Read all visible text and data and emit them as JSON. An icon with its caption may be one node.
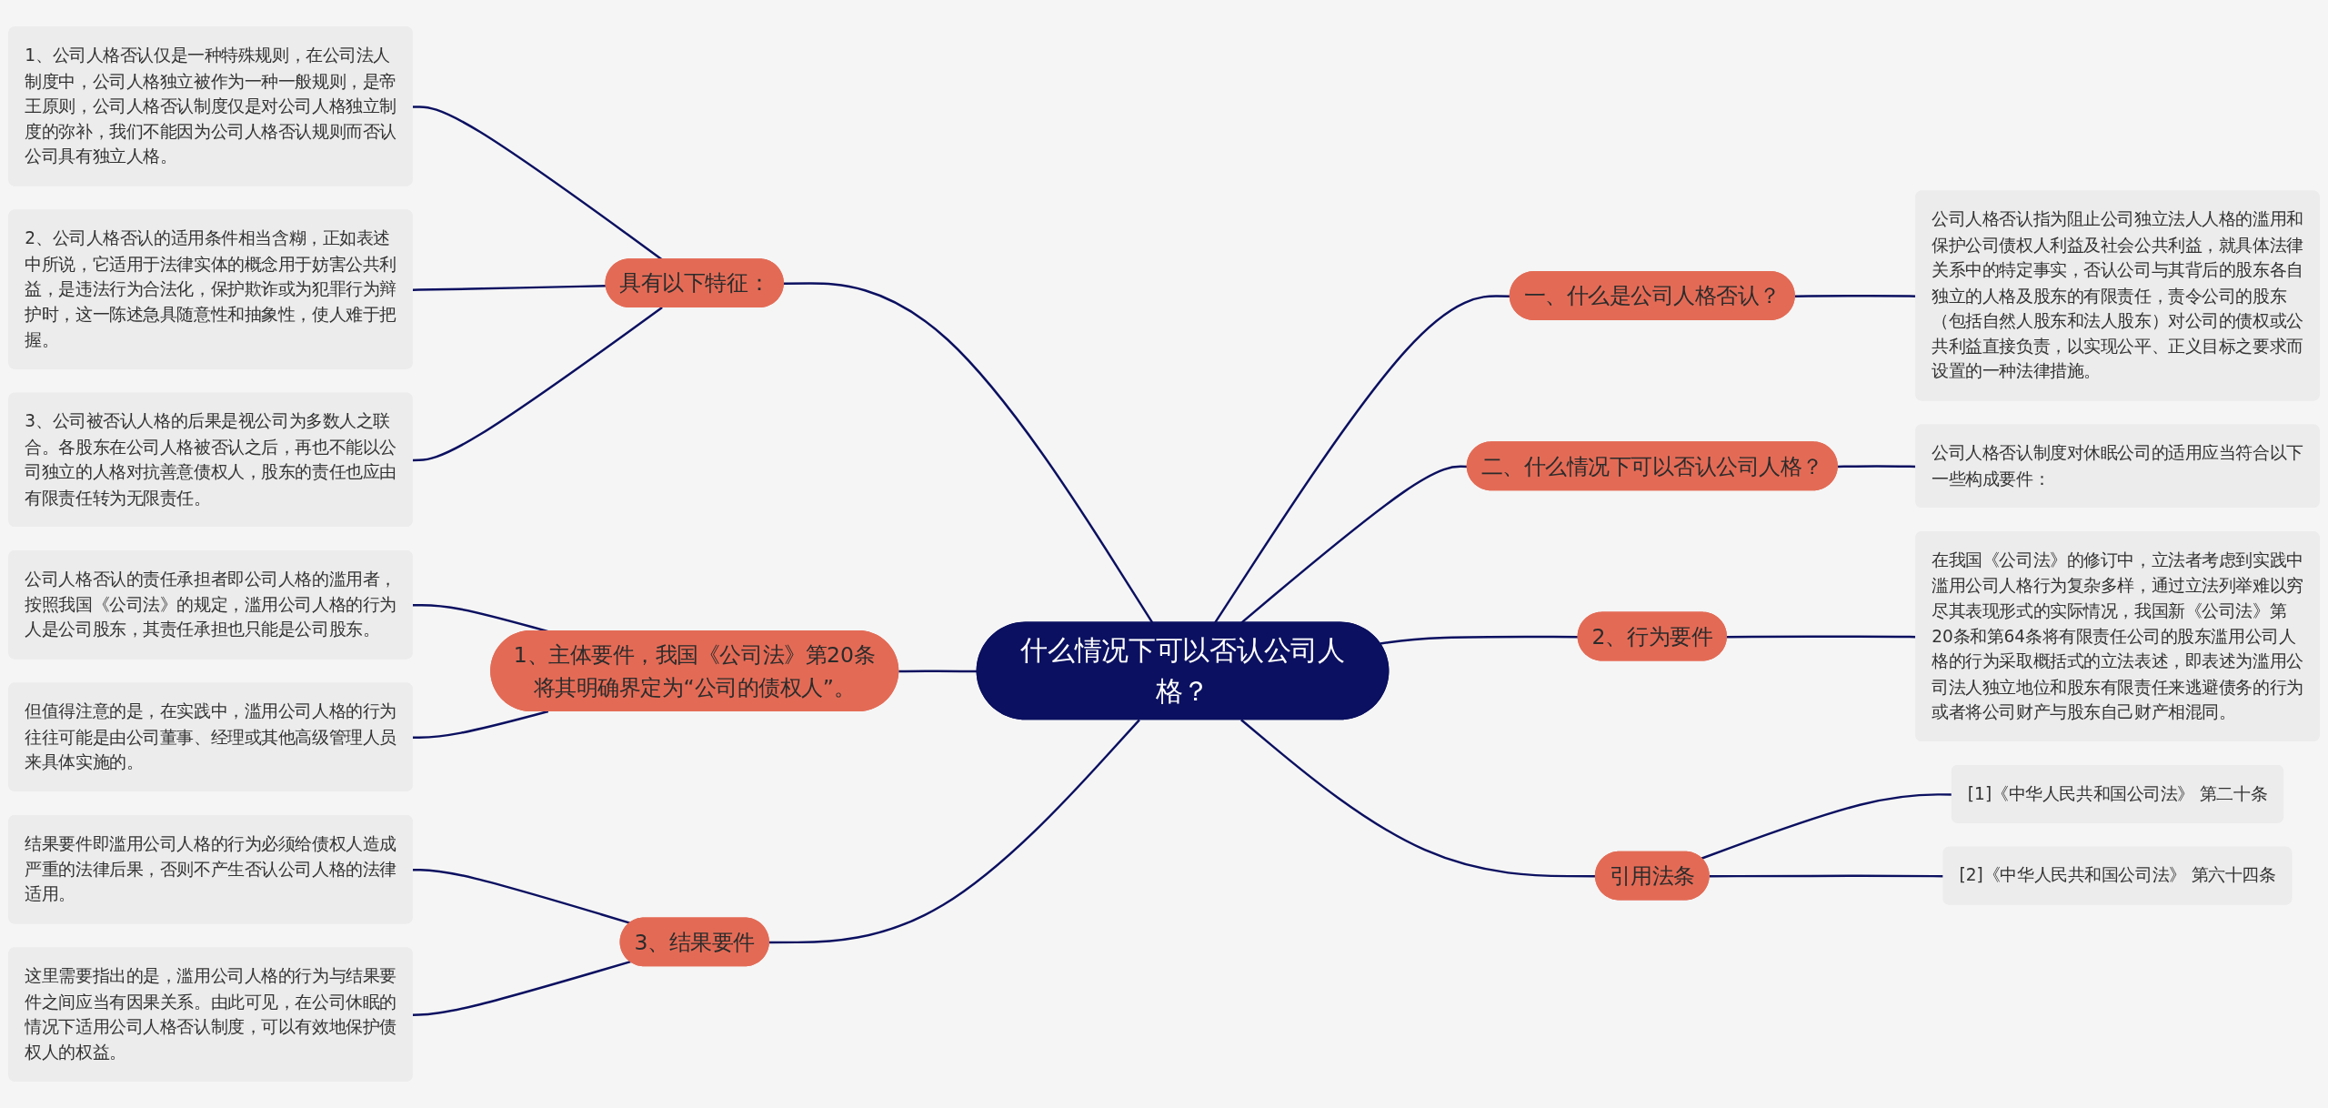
{
  "diagram": {
    "nodes": [
      {
        "text": [
          "什么情况下可以否认公司人格？"
        ]
      },
      {
        "text": [
          "具有以下特征："
        ]
      },
      {
        "text": [
          "1、公司人格否认仅是一种特殊规则，在公司法人制度中，公司人格独立被作为一种一般规则，是帝王原则，公司人格否认制度仅是对公司人格独立制度的弥补，我们不能因为公司人格否认规则而否认公司具有独立人格。"
        ]
      },
      {
        "text": [
          "2、公司人格否认的适用条件相当含糊，正如表述中所说，它适用于法律实体的概念用于妨害公共利益，是违法行为合法化，保护欺诈或为犯罪行为辩护时，这一陈述急具随意性和抽象性，使人难于把握。"
        ]
      },
      {
        "text": [
          "3、公司被否认人格的后果是视公司为多数人之联合。各股东在公司人格被否认之后，再也不能以公司独立的人格对抗善意债权人，股东的责任也应由有限责任转为无限责任。"
        ]
      },
      {
        "text": [
          "1、主体要件，我国《公司法》第20条将其明确界定为“公司的债权人”。"
        ]
      },
      {
        "text": [
          "公司人格否认的责任承担者即公司人格的滥用者，按照我国《公司法》的规定，滥用公司人格的行为人是公司股东，其责任承担也只能是公司股东。"
        ]
      },
      {
        "text": [
          "但值得注意的是，在实践中，滥用公司人格的行为往往可能是由公司董事、经理或其他高级管理人员来具体实施的。"
        ]
      },
      {
        "text": [
          "3、结果要件"
        ]
      },
      {
        "text": [
          "结果要件即滥用公司人格的行为必须给债权人造成严重的法律后果，否则不产生否认公司人格的法律适用。"
        ]
      },
      {
        "text": [
          "这里需要指出的是，滥用公司人格的行为与结果要件之间应当有因果关系。由此可见，在公司休眠的情况下适用公司人格否认制度，可以有效地保护债权人的权益。"
        ]
      },
      {
        "text": [
          "一、什么是公司人格否认？"
        ]
      },
      {
        "text": [
          "公司人格否认指为阻止公司独立法人人格的滥用和保护公司债权人利益及社会公共利益，就具体法律关系中的特定事实，否认公司与其背后的股东各自独立的人格及股东的有限责任，责令公司的股东（包括自然人股东和法人股东）对公司的债权或公共利益直接负责，以实现公平、正义目标之要求而设置的一种法律措施。"
        ]
      },
      {
        "text": [
          "二、什么情况下可以否认公司人格？"
        ]
      },
      {
        "text": [
          "公司人格否认制度对休眠公司的适用应当符合以下一些构成要件："
        ]
      },
      {
        "text": [
          "2、行为要件"
        ]
      },
      {
        "text": [
          "在我国《公司法》的修订中，立法者考虑到实践中滥用公司人格行为复杂多样，通过立法列举难以穷尽其表现形式的实际情况，我国新《公司法》第20条和第64条将有限责任公司的股东滥用公司人格的行为采取概括式的立法表述，即表述为滥用公司法人独立地位和股东有限责任来逃避债务的行为或者将公司财产与股东自己财产相混同。"
        ]
      },
      {
        "text": [
          "引用法条"
        ]
      },
      {
        "text": [
          "[1]《中华人民共和国公司法》 第二十条"
        ]
      },
      {
        "text": [
          "[2]《中华人民共和国公司法》 第六十四条"
        ]
      }
    ],
    "edges": [
      {
        "from": 2,
        "to": 1,
        "arrow": "none"
      },
      {
        "from": 3,
        "to": 1,
        "arrow": "none"
      },
      {
        "from": 4,
        "to": 1,
        "arrow": "none"
      },
      {
        "from": 1,
        "to": 0,
        "arrow": "none"
      },
      {
        "from": 6,
        "to": 5,
        "arrow": "none"
      },
      {
        "from": 7,
        "to": 5,
        "arrow": "none"
      },
      {
        "from": 5,
        "to": 0,
        "arrow": "none"
      },
      {
        "from": 9,
        "to": 8,
        "arrow": "none"
      },
      {
        "from": 10,
        "to": 8,
        "arrow": "none"
      },
      {
        "from": 8,
        "to": 0,
        "arrow": "none"
      },
      {
        "from": 0,
        "to": 11,
        "arrow": "none"
      },
      {
        "from": 11,
        "to": 12,
        "arrow": "none"
      },
      {
        "from": 0,
        "to": 13,
        "arrow": "none"
      },
      {
        "from": 13,
        "to": 14,
        "arrow": "none"
      },
      {
        "from": 0,
        "to": 15,
        "arrow": "none"
      },
      {
        "from": 15,
        "to": 16,
        "arrow": "none"
      },
      {
        "from": 0,
        "to": 17,
        "arrow": "none"
      },
      {
        "from": 17,
        "to": 18,
        "arrow": "none"
      },
      {
        "from": 17,
        "to": 19,
        "arrow": "none"
      }
    ]
  }
}
